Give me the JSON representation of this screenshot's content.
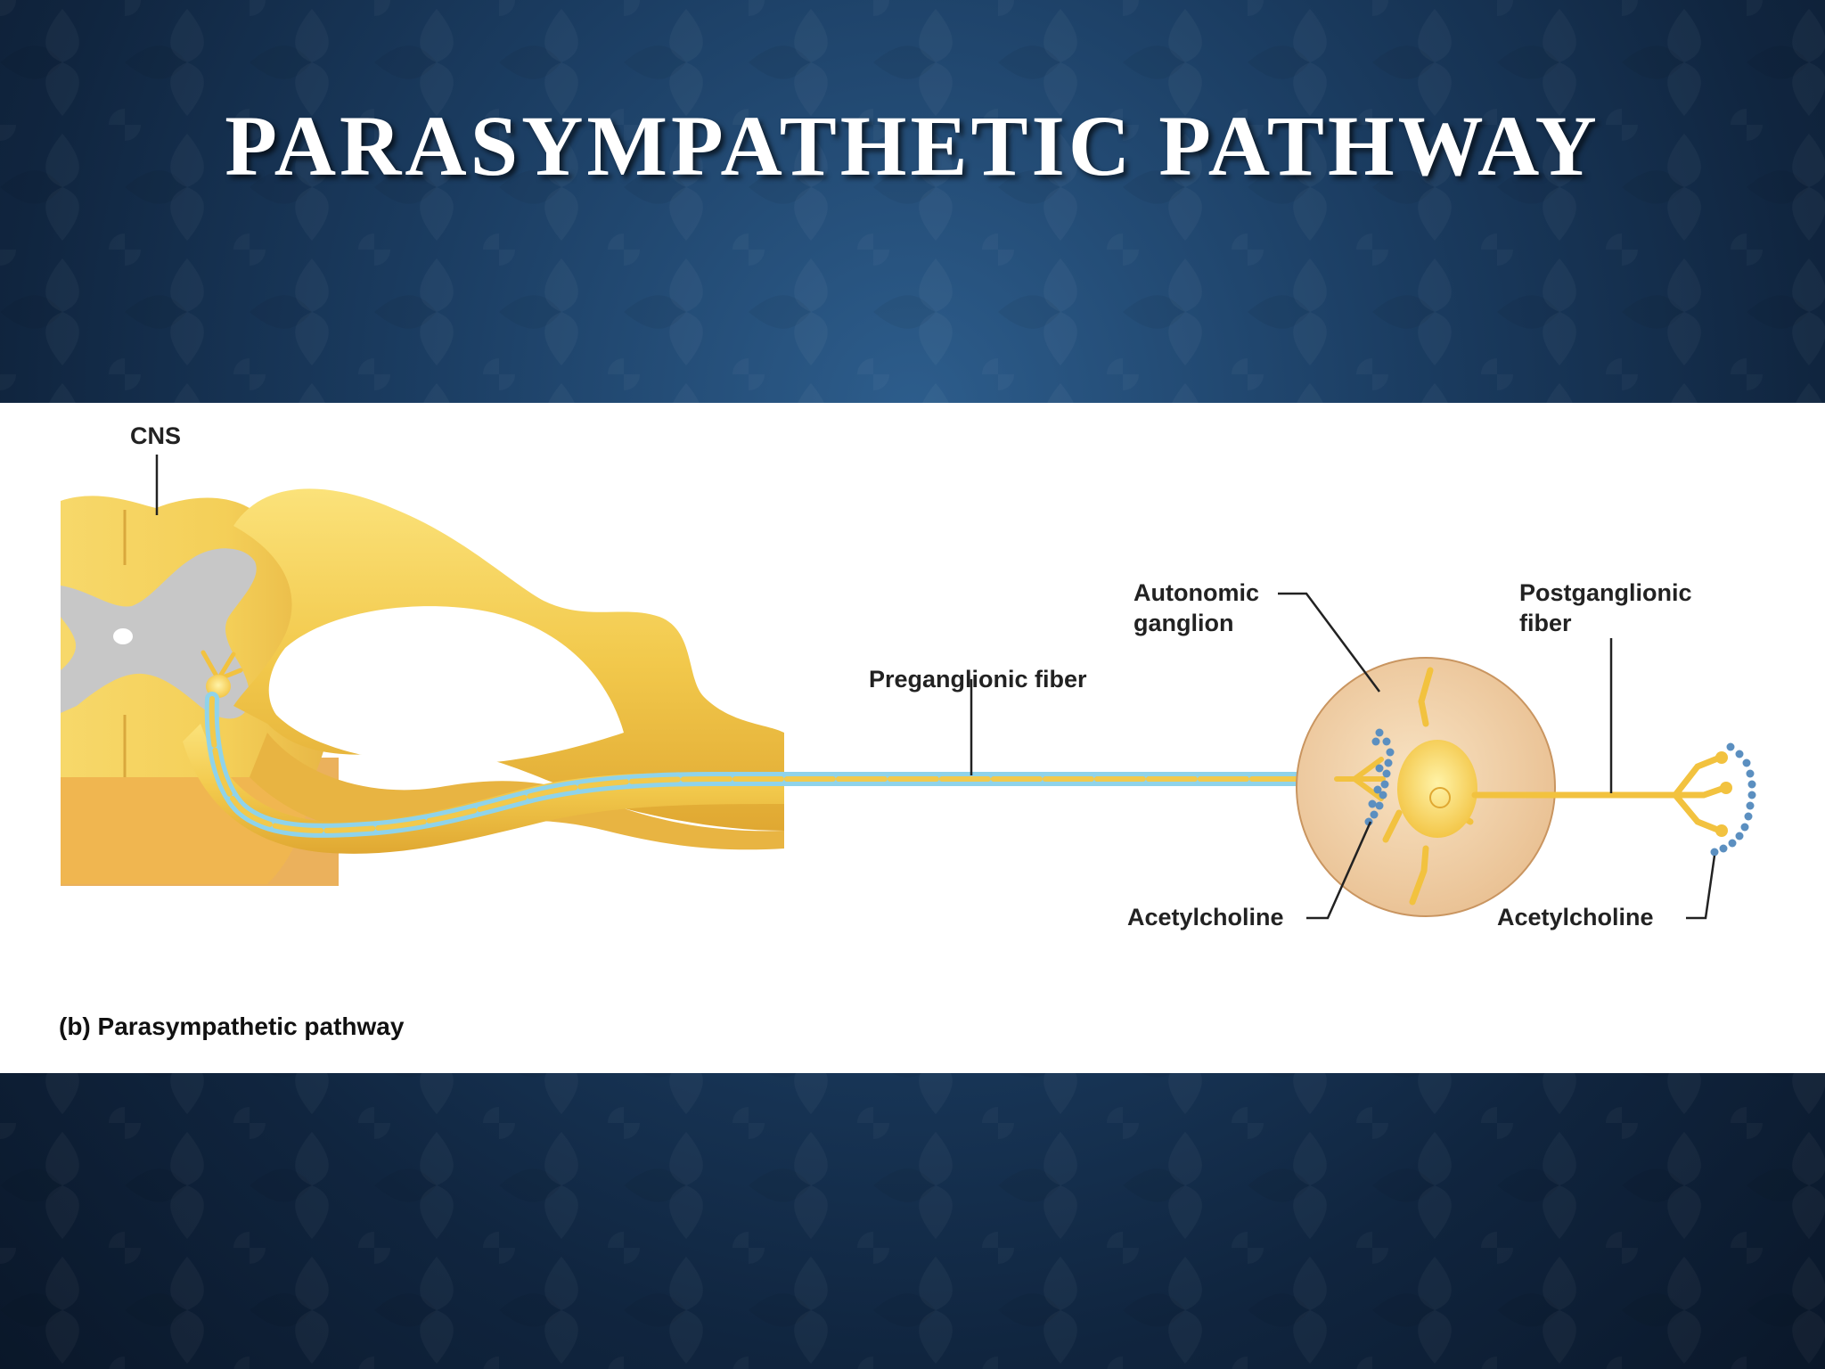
{
  "slide": {
    "title": "PARASYMPATHETIC PATHWAY"
  },
  "figure": {
    "labels": {
      "cns": "CNS",
      "preganglionic_fiber": "Preganglionic fiber",
      "autonomic_ganglion_line1": "Autonomic",
      "autonomic_ganglion_line2": "ganglion",
      "postganglionic_fiber_line1": "Postganglionic",
      "postganglionic_fiber_line2": "fiber",
      "acetylcholine_ganglion": "Acetylcholine",
      "acetylcholine_target": "Acetylcholine"
    },
    "caption": "(b) Parasympathetic pathway"
  },
  "colors": {
    "background_dark": "#0a1729",
    "background_mid": "#2d5d8c",
    "nerve_yellow": "#f2c94c",
    "myelin_blue": "#8fd3ea",
    "gray_matter": "#c4c4c4",
    "ganglion_fill": "#f1d2a8",
    "vesicle_blue": "#5b8fc0"
  }
}
